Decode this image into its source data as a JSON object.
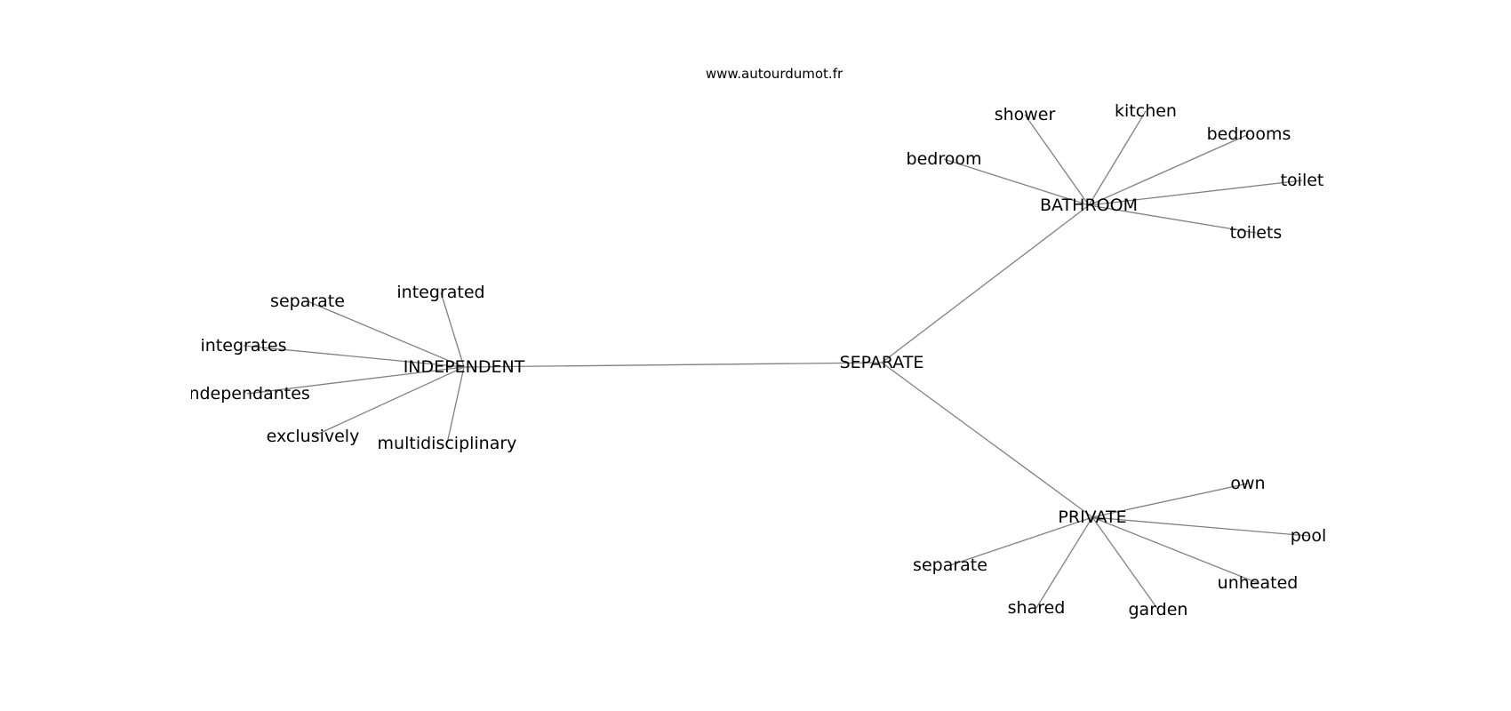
{
  "watermark": "www.autourdumot.fr",
  "colors": {
    "edge": "#808080",
    "text": "#000000",
    "background": "#ffffff"
  },
  "graph": {
    "nodes": [
      {
        "id": "separate_center",
        "label": "SEPARATE"
      },
      {
        "id": "independent",
        "label": "INDEPENDENT"
      },
      {
        "id": "bathroom",
        "label": "BATHROOM"
      },
      {
        "id": "private",
        "label": "PRIVATE"
      },
      {
        "id": "ind_separate",
        "label": "separate"
      },
      {
        "id": "ind_integrated",
        "label": "integrated"
      },
      {
        "id": "ind_integrates",
        "label": "integrates"
      },
      {
        "id": "ind_independantes",
        "label": "independantes"
      },
      {
        "id": "ind_exclusively",
        "label": "exclusively"
      },
      {
        "id": "ind_multidisciplinary",
        "label": "multidisciplinary"
      },
      {
        "id": "bath_bedroom",
        "label": "bedroom"
      },
      {
        "id": "bath_shower",
        "label": "shower"
      },
      {
        "id": "bath_kitchen",
        "label": "kitchen"
      },
      {
        "id": "bath_bedrooms",
        "label": "bedrooms"
      },
      {
        "id": "bath_toilet",
        "label": "toilet"
      },
      {
        "id": "bath_toilets",
        "label": "toilets"
      },
      {
        "id": "priv_own",
        "label": "own"
      },
      {
        "id": "priv_pool",
        "label": "pool"
      },
      {
        "id": "priv_unheated",
        "label": "unheated"
      },
      {
        "id": "priv_garden",
        "label": "garden"
      },
      {
        "id": "priv_shared",
        "label": "shared"
      },
      {
        "id": "priv_separate",
        "label": "separate"
      }
    ],
    "edges": [
      [
        "separate_center",
        "independent"
      ],
      [
        "separate_center",
        "bathroom"
      ],
      [
        "separate_center",
        "private"
      ],
      [
        "independent",
        "ind_separate"
      ],
      [
        "independent",
        "ind_integrated"
      ],
      [
        "independent",
        "ind_integrates"
      ],
      [
        "independent",
        "ind_independantes"
      ],
      [
        "independent",
        "ind_exclusively"
      ],
      [
        "independent",
        "ind_multidisciplinary"
      ],
      [
        "bathroom",
        "bath_bedroom"
      ],
      [
        "bathroom",
        "bath_shower"
      ],
      [
        "bathroom",
        "bath_kitchen"
      ],
      [
        "bathroom",
        "bath_bedrooms"
      ],
      [
        "bathroom",
        "bath_toilet"
      ],
      [
        "bathroom",
        "bath_toilets"
      ],
      [
        "private",
        "priv_own"
      ],
      [
        "private",
        "priv_pool"
      ],
      [
        "private",
        "priv_unheated"
      ],
      [
        "private",
        "priv_garden"
      ],
      [
        "private",
        "priv_shared"
      ],
      [
        "private",
        "priv_separate"
      ]
    ]
  }
}
